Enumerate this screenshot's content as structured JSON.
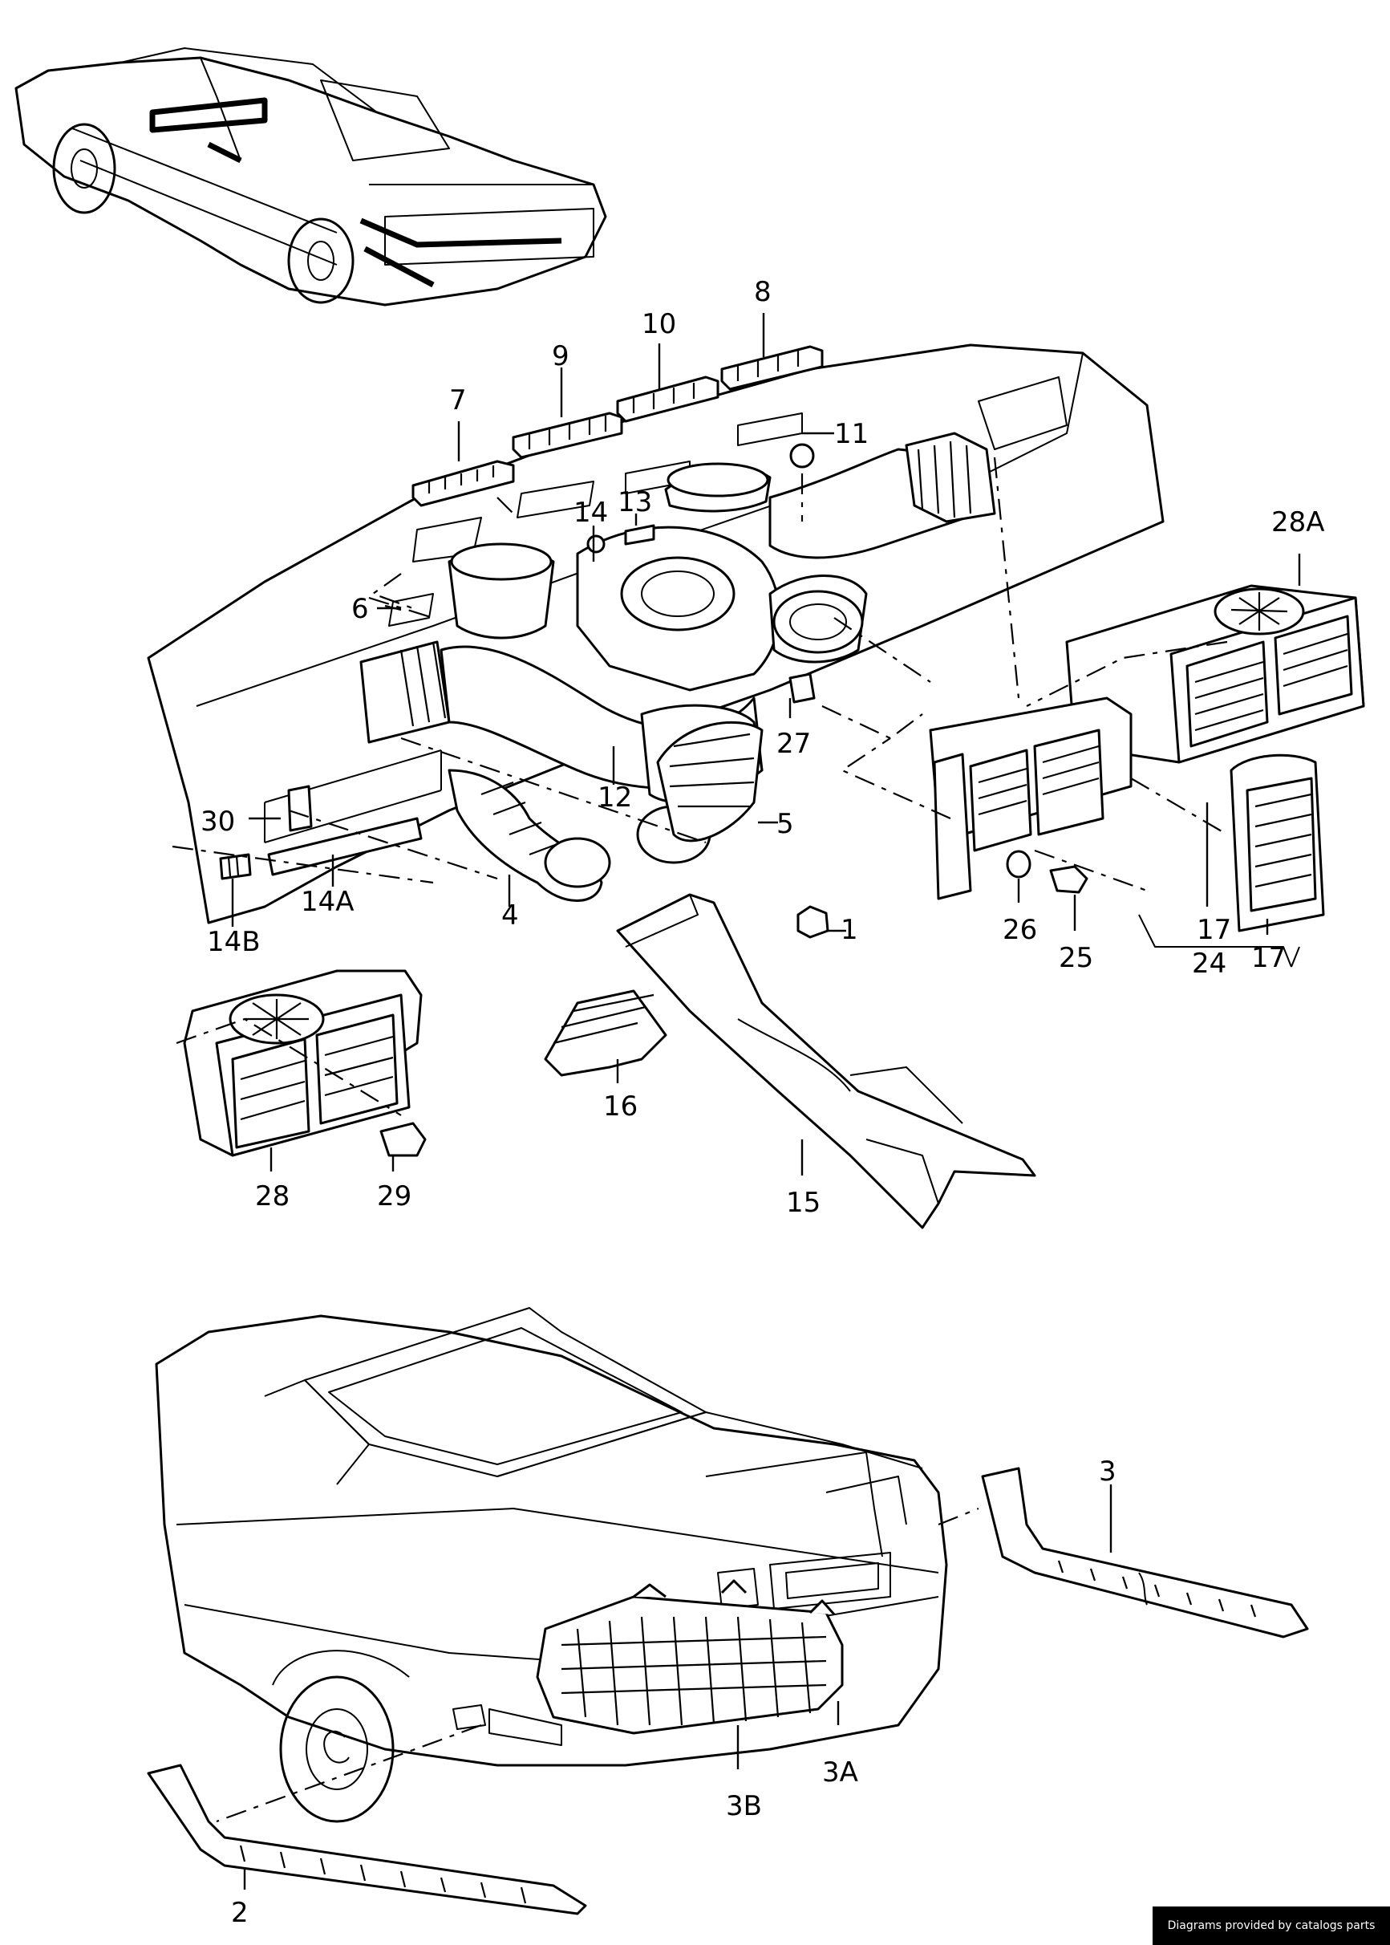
{
  "diagram": {
    "callouts": [
      "1",
      "2",
      "3",
      "3A",
      "3B",
      "4",
      "5",
      "6",
      "7",
      "8",
      "9",
      "10",
      "11",
      "12",
      "13",
      "14",
      "14A",
      "14B",
      "15",
      "16",
      "17",
      "17",
      "24",
      "25",
      "26",
      "27",
      "28",
      "28A",
      "29",
      "30"
    ]
  },
  "footer": {
    "credit": "Diagrams provided by catalogs parts"
  }
}
